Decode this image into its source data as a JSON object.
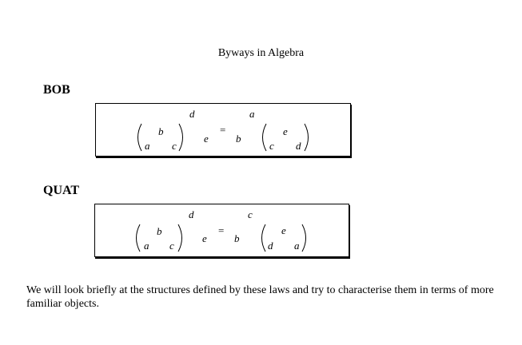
{
  "page": {
    "title": "Byways in Algebra"
  },
  "laws": [
    {
      "name": "BOB",
      "lhs": {
        "matrix_top": "b",
        "matrix_bottom_left": "a",
        "matrix_bottom_right": "c",
        "exponent": "d",
        "base": "e"
      },
      "equals": "=",
      "rhs": {
        "exponent": "a",
        "base": "b",
        "matrix_top": "e",
        "matrix_bottom_left": "c",
        "matrix_bottom_right": "d"
      }
    },
    {
      "name": "QUAT",
      "lhs": {
        "matrix_top": "b",
        "matrix_bottom_left": "a",
        "matrix_bottom_right": "c",
        "exponent": "d",
        "base": "e"
      },
      "equals": "=",
      "rhs": {
        "exponent": "c",
        "base": "b",
        "matrix_top": "e",
        "matrix_bottom_left": "d",
        "matrix_bottom_right": "a"
      }
    }
  ],
  "description": "We will look briefly at the structures defined by these laws and try to characterise them in terms of more familiar objects."
}
